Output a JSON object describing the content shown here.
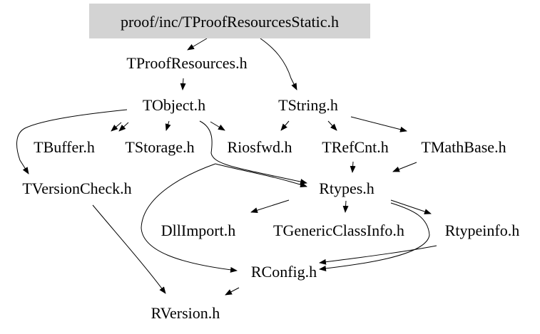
{
  "diagram": {
    "title": "proof/inc/TProofResourcesStatic.h include dependency graph",
    "root_fill": "#d3d3d3",
    "nodes": [
      {
        "id": "root",
        "label": "proof/inc/TProofResourcesStatic.h",
        "highlighted": true
      },
      {
        "id": "TProofResources",
        "label": "TProofResources.h"
      },
      {
        "id": "TObject",
        "label": "TObject.h"
      },
      {
        "id": "TString",
        "label": "TString.h"
      },
      {
        "id": "TBuffer",
        "label": "TBuffer.h"
      },
      {
        "id": "TStorage",
        "label": "TStorage.h"
      },
      {
        "id": "Riosfwd",
        "label": "Riosfwd.h"
      },
      {
        "id": "TRefCnt",
        "label": "TRefCnt.h"
      },
      {
        "id": "TMathBase",
        "label": "TMathBase.h"
      },
      {
        "id": "TVersionCheck",
        "label": "TVersionCheck.h"
      },
      {
        "id": "Rtypes",
        "label": "Rtypes.h"
      },
      {
        "id": "DllImport",
        "label": "DllImport.h"
      },
      {
        "id": "TGenericClassInfo",
        "label": "TGenericClassInfo.h"
      },
      {
        "id": "Rtypeinfo",
        "label": "Rtypeinfo.h"
      },
      {
        "id": "RConfig",
        "label": "RConfig.h"
      },
      {
        "id": "RVersion",
        "label": "RVersion.h"
      }
    ],
    "edges": [
      {
        "from": "root",
        "to": "TProofResources"
      },
      {
        "from": "root",
        "to": "TString"
      },
      {
        "from": "TProofResources",
        "to": "TObject"
      },
      {
        "from": "TObject",
        "to": "TBuffer"
      },
      {
        "from": "TObject",
        "to": "TStorage"
      },
      {
        "from": "TObject",
        "to": "Riosfwd"
      },
      {
        "from": "TObject",
        "to": "TVersionCheck"
      },
      {
        "from": "TObject",
        "to": "Rtypes"
      },
      {
        "from": "TObject",
        "to": "TStorage"
      },
      {
        "from": "TString",
        "to": "Riosfwd"
      },
      {
        "from": "TString",
        "to": "TRefCnt"
      },
      {
        "from": "TString",
        "to": "TMathBase"
      },
      {
        "from": "TStorage",
        "to": "Rtypes"
      },
      {
        "from": "TRefCnt",
        "to": "Rtypes"
      },
      {
        "from": "TMathBase",
        "to": "Rtypes"
      },
      {
        "from": "Riosfwd",
        "to": "RConfig"
      },
      {
        "from": "TVersionCheck",
        "to": "RVersion"
      },
      {
        "from": "Rtypes",
        "to": "DllImport"
      },
      {
        "from": "Rtypes",
        "to": "TGenericClassInfo"
      },
      {
        "from": "Rtypes",
        "to": "Rtypeinfo"
      },
      {
        "from": "Rtypes",
        "to": "RConfig"
      },
      {
        "from": "Rtypeinfo",
        "to": "RConfig"
      },
      {
        "from": "RConfig",
        "to": "RVersion"
      }
    ]
  }
}
